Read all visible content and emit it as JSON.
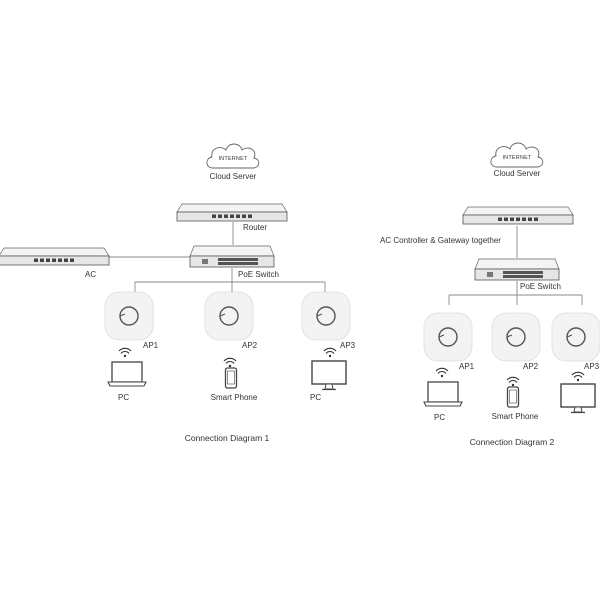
{
  "diagram1": {
    "internet": "INTERNET",
    "cloud_server": "Cloud Server",
    "router": "Router",
    "poe_switch": "PoE Switch",
    "ac": "AC",
    "ap1": "AP1",
    "ap2": "AP2",
    "ap3": "AP3",
    "pc1": "PC",
    "phone": "Smart Phone",
    "pc2": "PC",
    "caption": "Connection Diagram 1"
  },
  "diagram2": {
    "internet": "INTERNET",
    "cloud_server": "Cloud Server",
    "gateway": "AC Controller & Gateway together",
    "poe_switch": "PoE Switch",
    "ap1": "AP1",
    "ap2": "AP2",
    "ap3": "AP3",
    "pc1": "PC",
    "phone": "Smart Phone",
    "caption": "Connection Diagram 2"
  },
  "colors": {
    "device_body": "#ececec",
    "device_edge": "#555555",
    "wire": "#8a8a8a",
    "text": "#333333"
  }
}
